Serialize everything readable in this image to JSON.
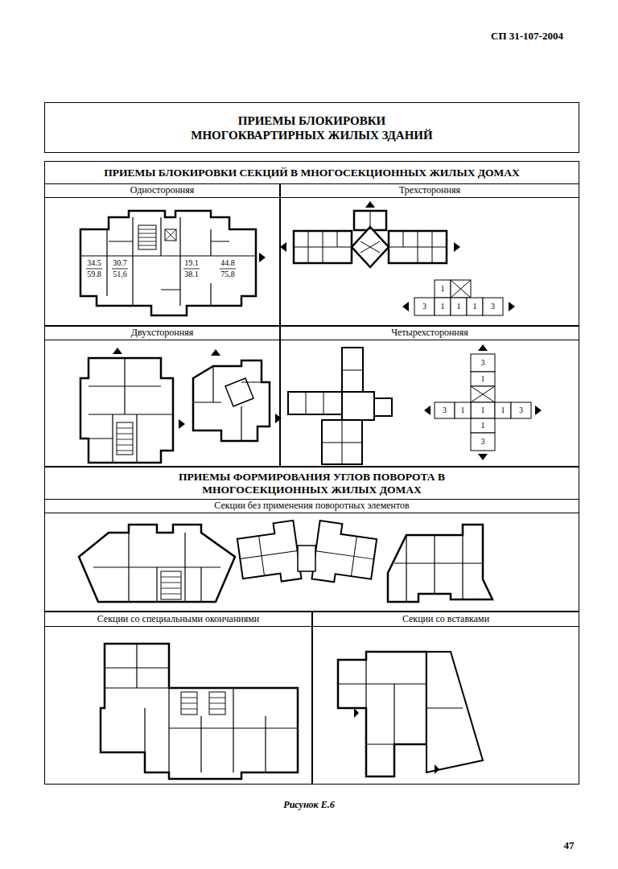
{
  "diagram": {
    "title": "ПРИЕМЫ БЛОКИРОВКИ МНОГОКВАРТИРНЫХ ЖИЛЫХ ЗДАНИЙ",
    "caption": "Рисунок Е.6",
    "nodes": [
      {
        "text": [
          "ПРИЕМЫ БЛОКИРОВКИ СЕКЦИЙ В МНОГОСЕКЦИОННЫХ ЖИЛЫХ ДОМАХ"
        ]
      },
      {
        "text": [
          "Односторонняя"
        ],
        "in": 0
      },
      {
        "text": [
          "Трехсторонняя"
        ],
        "in": 0
      },
      {
        "text": [
          "Двухсторонняя"
        ],
        "in": 0
      },
      {
        "text": [
          "Четырехсторонняя"
        ],
        "in": 0
      },
      {
        "text": [
          "ПРИЕМЫ ФОРМИРОВАНИЯ УГЛОВ ПОВОРОТА В МНОГОСЕКЦИОННЫХ ЖИЛЫХ ДОМАХ"
        ]
      },
      {
        "text": [
          "Секции без применения поворотных элементов"
        ],
        "in": 5
      },
      {
        "text": [
          "Секции со специальными окончаниями"
        ],
        "in": 5
      },
      {
        "text": [
          "Секции со вставками"
        ],
        "in": 5
      }
    ],
    "labels": [
      "СП 31-107-2004",
      "34.5",
      "59.8",
      "30.7",
      "51,6",
      "19.1",
      "38.1",
      "44.8",
      "75,8",
      "1",
      "3",
      "1",
      "1",
      "1",
      "3",
      "3",
      "1",
      "3",
      "1",
      "1",
      "1",
      "3",
      "1",
      "3",
      "47"
    ]
  }
}
